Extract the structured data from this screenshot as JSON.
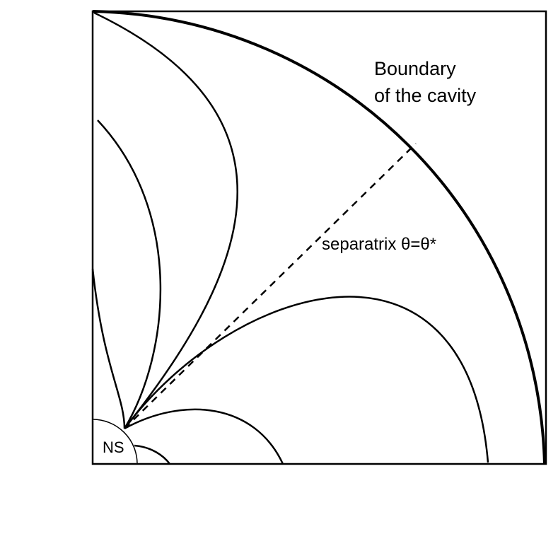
{
  "labels": {
    "boundary_line1": "Boundary",
    "boundary_line2": "of the cavity",
    "separatrix": "separatrix θ=θ*",
    "neutron_star": "NS"
  }
}
